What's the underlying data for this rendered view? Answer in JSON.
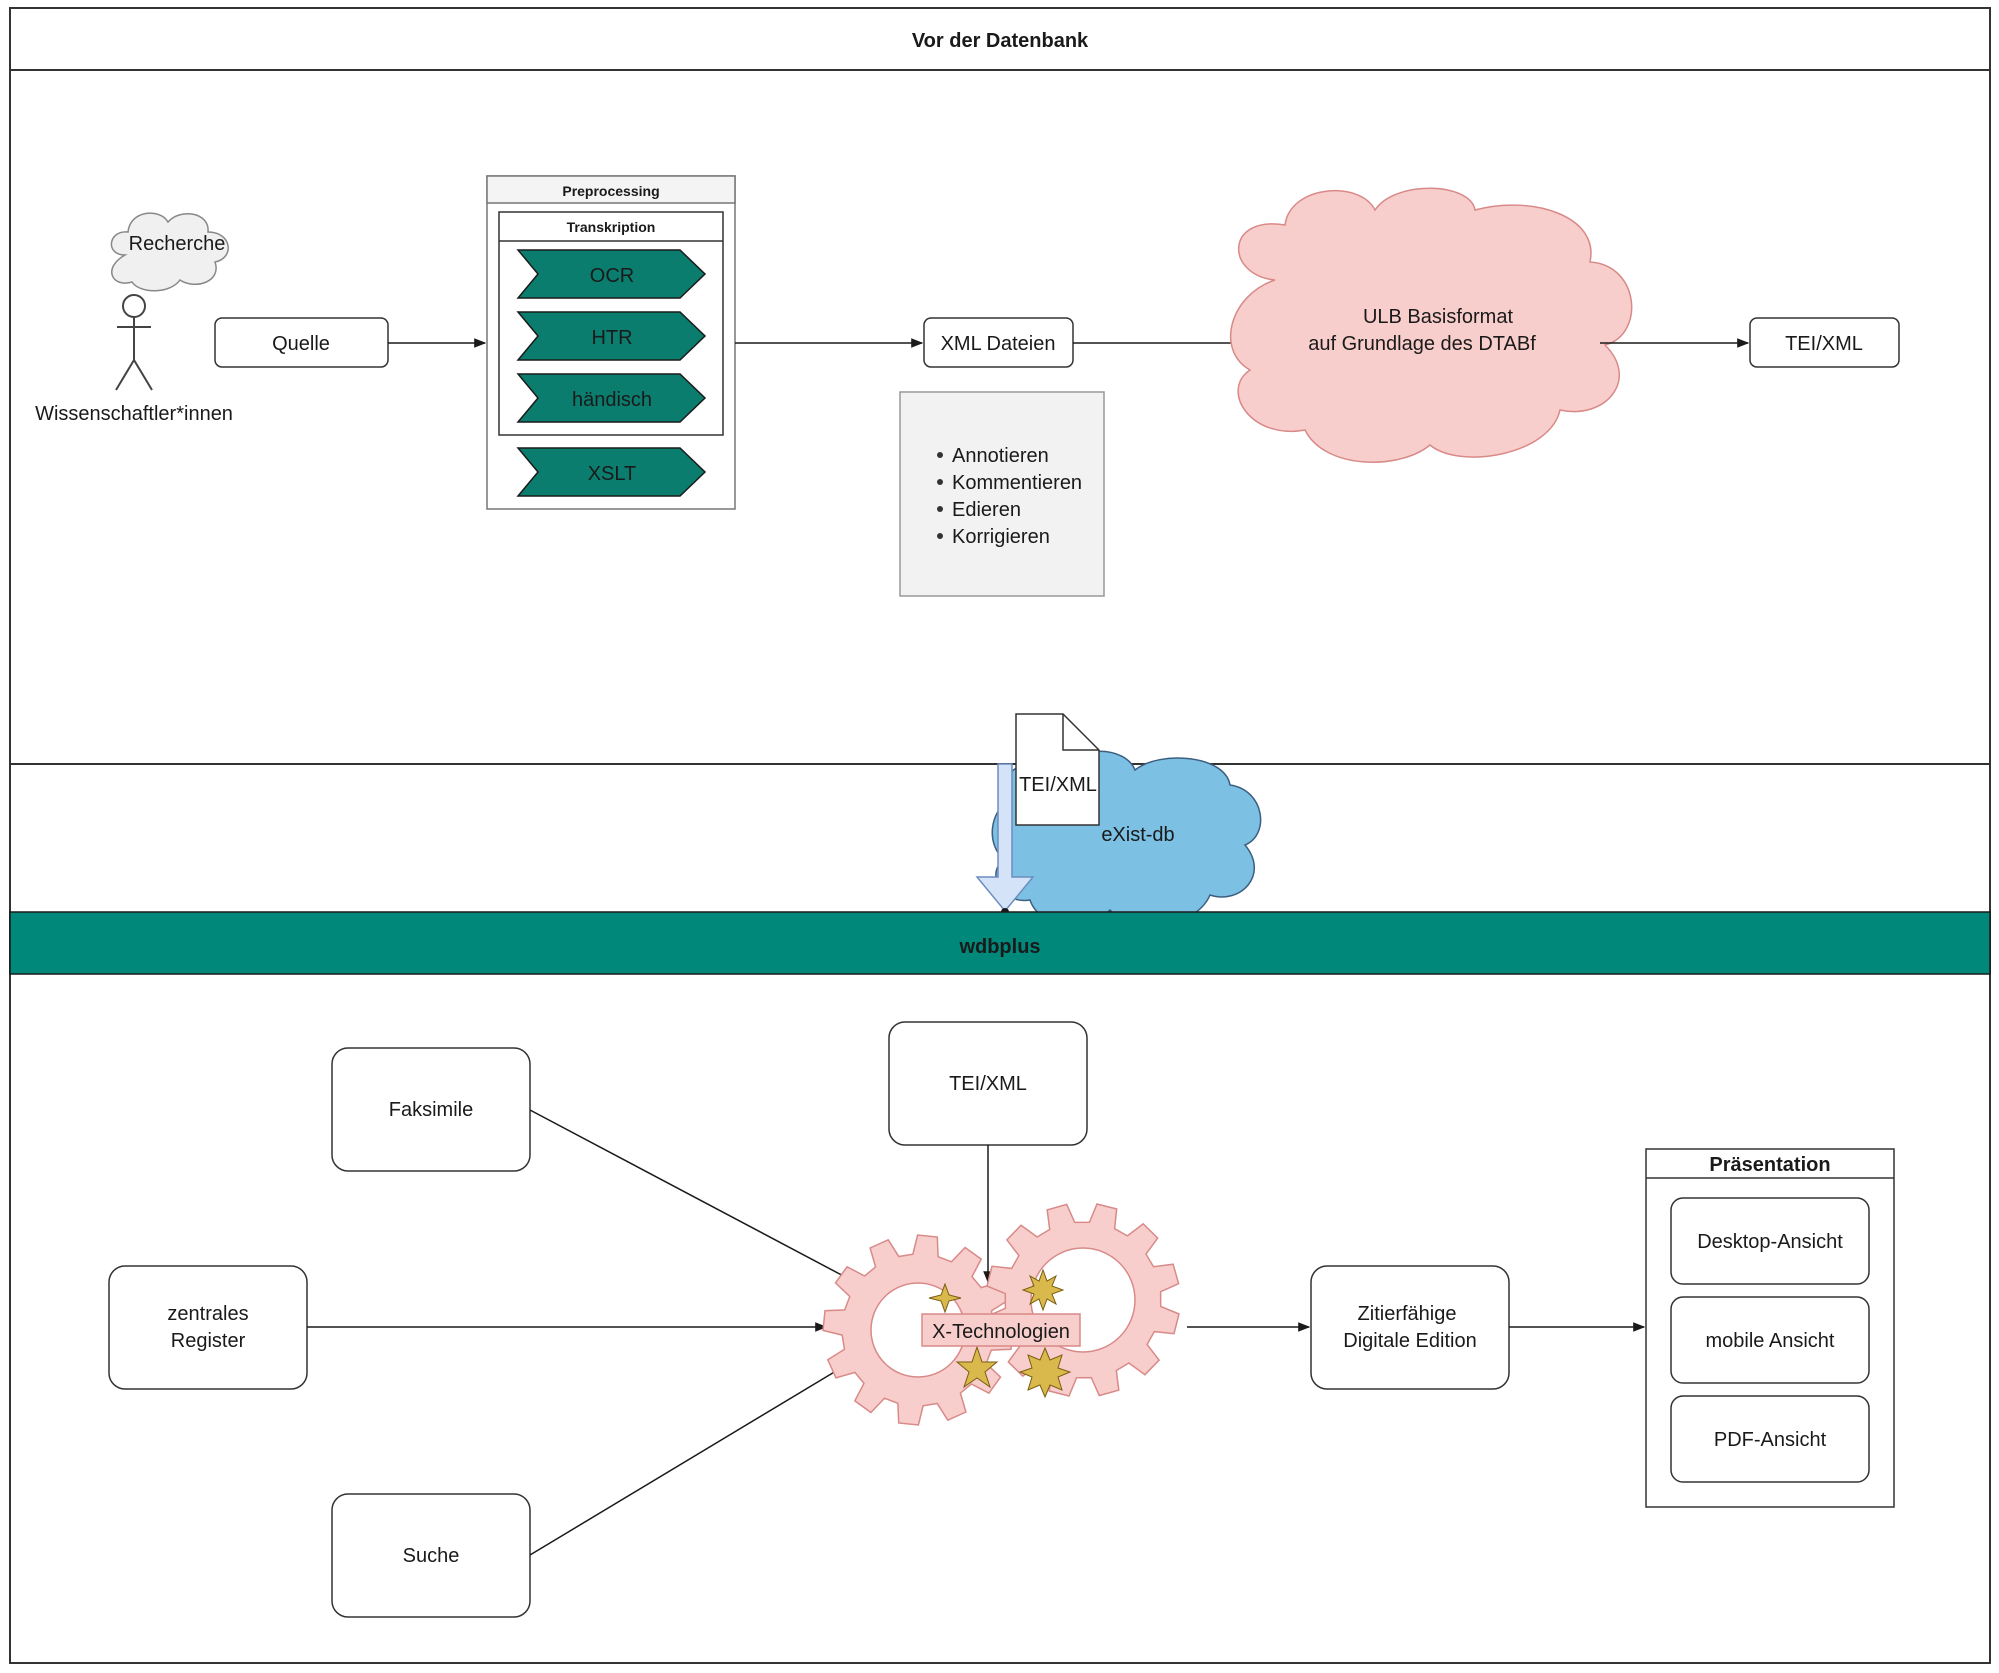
{
  "top_section": {
    "title": "Vor der Datenbank",
    "actor_label": "Wissenschaftler*innen",
    "research_cloud_label": "Recherche",
    "source_label": "Quelle",
    "preprocessing": {
      "title": "Preprocessing",
      "transcription_title": "Transkription",
      "steps": [
        "OCR",
        "HTR",
        "händisch"
      ],
      "transform_step": "XSLT"
    },
    "xml_files_label": "XML Dateien",
    "tasks": [
      "Annotieren",
      "Kommentieren",
      "Edieren",
      "Korrigieren"
    ],
    "base_format_line1": "ULB Basisformat",
    "base_format_line2": "auf Grundlage des DTABf",
    "output_label": "TEI/XML"
  },
  "database": {
    "document_label": "TEI/XML",
    "db_label": "eXist-db"
  },
  "bottom_section": {
    "title": "wdbplus",
    "inputs": {
      "facsimile": "Faksimile",
      "register_line1": "zentrales",
      "register_line2": "Register",
      "search": "Suche",
      "tei": "TEI/XML"
    },
    "technology_label": "X-Technologien",
    "edition_line1": "Zitierfähige",
    "edition_line2": "Digitale Edition",
    "presentation": {
      "title": "Präsentation",
      "views": [
        "Desktop-Ansicht",
        "mobile Ansicht",
        "PDF-Ansicht"
      ]
    }
  },
  "colors": {
    "accent_green": "#00897B",
    "step_green": "#0B7D6E",
    "pink_fill": "#F8CECC",
    "pink_stroke": "#D88A88",
    "db_blue": "#7CC0E4",
    "star_gold": "#D9B84C"
  }
}
